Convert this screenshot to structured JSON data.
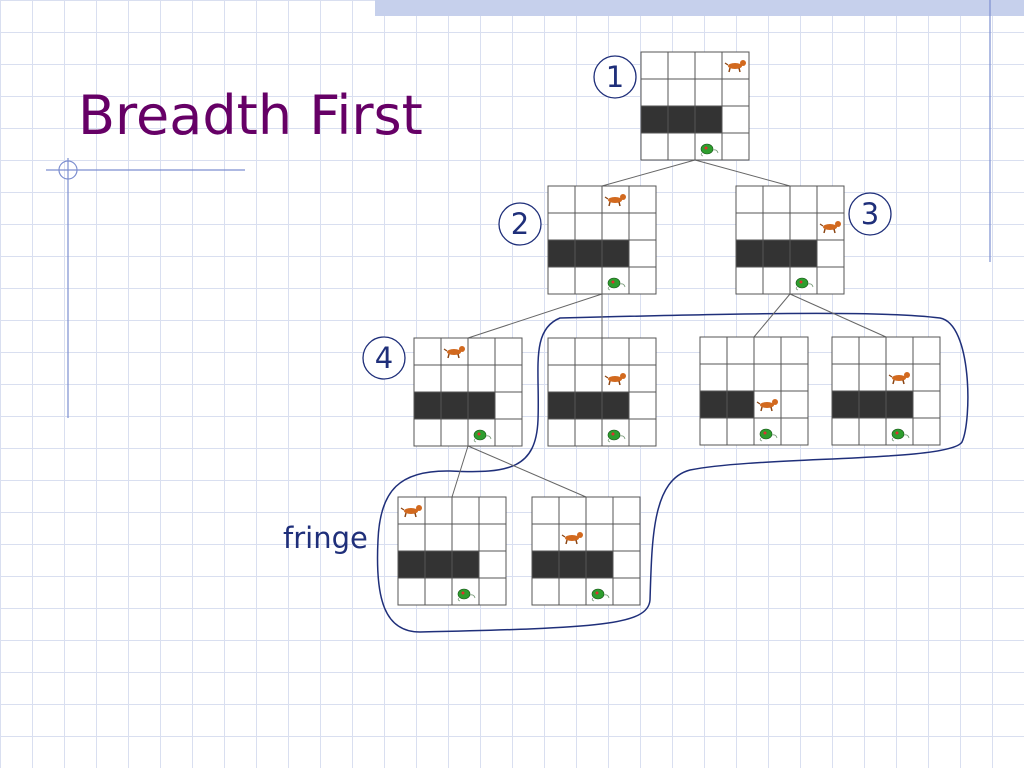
{
  "slide": {
    "title": "Breadth First",
    "fringe_label": "fringe"
  },
  "colors": {
    "title": "#660066",
    "accent": "#1f2f7a",
    "wall": "#333333",
    "grid_line": "#555555"
  },
  "tree": {
    "numbers": [
      {
        "label": "1",
        "of": "n1"
      },
      {
        "label": "2",
        "of": "n2"
      },
      {
        "label": "3",
        "of": "n3"
      },
      {
        "label": "4",
        "of": "n4"
      }
    ],
    "nodes": [
      {
        "id": "n1",
        "rows": [
          "...D",
          "....",
          "###.",
          "..T."
        ]
      },
      {
        "id": "n2",
        "rows": [
          "..D.",
          "....",
          "###.",
          "..T."
        ]
      },
      {
        "id": "n3",
        "rows": [
          "....",
          "...D",
          "###.",
          "..T."
        ]
      },
      {
        "id": "n4",
        "rows": [
          ".D..",
          "....",
          "###.",
          "..T."
        ]
      },
      {
        "id": "n5",
        "rows": [
          "....",
          "..D.",
          "###.",
          "..T."
        ]
      },
      {
        "id": "n6",
        "rows": [
          "....",
          "....",
          "##D.",
          "..T."
        ]
      },
      {
        "id": "n7",
        "rows": [
          "....",
          "..D.",
          "###.",
          "..T."
        ]
      },
      {
        "id": "n8",
        "rows": [
          "D...",
          "....",
          "###.",
          "..T."
        ]
      },
      {
        "id": "n9",
        "rows": [
          "....",
          ".D..",
          "###.",
          "..T."
        ]
      }
    ],
    "edges": [
      [
        "n1",
        "n2"
      ],
      [
        "n1",
        "n3"
      ],
      [
        "n2",
        "n4"
      ],
      [
        "n2",
        "n5"
      ],
      [
        "n3",
        "n6"
      ],
      [
        "n3",
        "n7"
      ],
      [
        "n4",
        "n8"
      ],
      [
        "n4",
        "n9"
      ]
    ],
    "fringe_nodes": [
      "n5",
      "n6",
      "n7",
      "n8",
      "n9"
    ],
    "icons": {
      "dog": "dog-icon",
      "goal": "turtle-icon"
    }
  }
}
